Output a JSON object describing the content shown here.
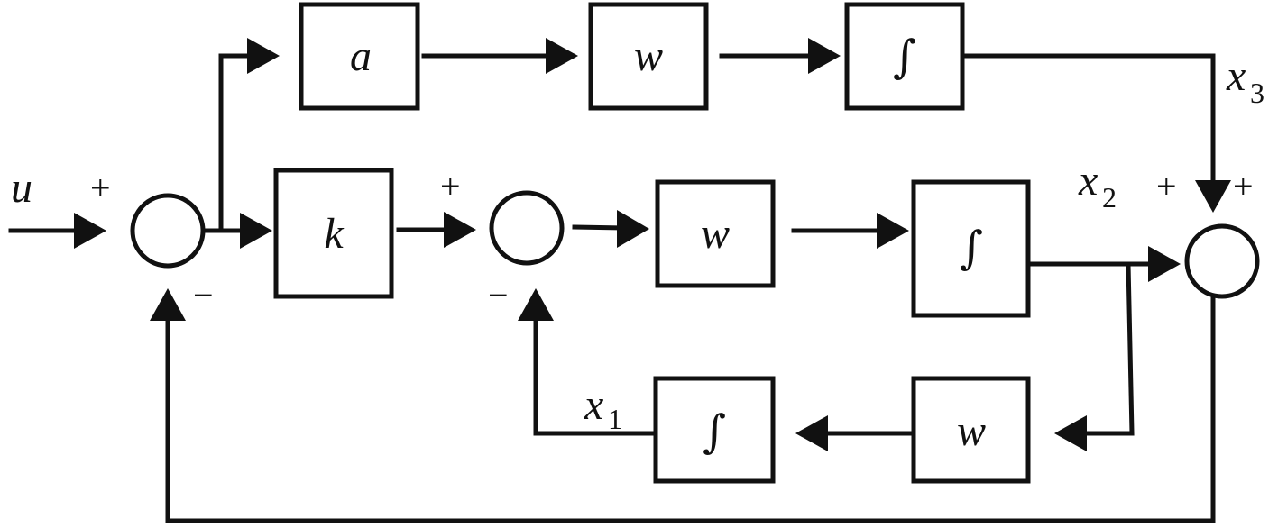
{
  "diagram": {
    "type": "control-system-block-diagram",
    "input": {
      "label": "u"
    },
    "blocks": {
      "k": {
        "label": "k"
      },
      "a": {
        "label": "a"
      },
      "w_top": {
        "label": "w"
      },
      "int_top": {
        "label": "∫"
      },
      "w_mid": {
        "label": "w"
      },
      "int_mid": {
        "label": "∫"
      },
      "w_bottom": {
        "label": "w"
      },
      "int_bottom": {
        "label": "∫"
      }
    },
    "summing_junctions": {
      "sum1": {
        "input_sign": "+",
        "feedback_sign": "−"
      },
      "sum2": {
        "input_sign": "+",
        "feedback_sign": "−"
      },
      "sum3": {
        "left_sign": "+",
        "right_sign": "+"
      }
    },
    "signals": {
      "x1": {
        "base": "x",
        "sub": "1"
      },
      "x2": {
        "base": "x",
        "sub": "2"
      },
      "x3": {
        "base": "x",
        "sub": "3"
      }
    },
    "connections": [
      {
        "from": "u",
        "to": "sum1",
        "sign": "+"
      },
      {
        "from": "sum1",
        "to": "k"
      },
      {
        "from": "sum1",
        "to": "a"
      },
      {
        "from": "a",
        "to": "w_top"
      },
      {
        "from": "w_top",
        "to": "int_top"
      },
      {
        "from": "int_top",
        "to": "sum3",
        "signal": "x3",
        "sign": "+"
      },
      {
        "from": "k",
        "to": "sum2",
        "sign": "+"
      },
      {
        "from": "sum2",
        "to": "w_mid"
      },
      {
        "from": "w_mid",
        "to": "int_mid"
      },
      {
        "from": "int_mid",
        "to": "sum3",
        "signal": "x2",
        "sign": "+"
      },
      {
        "from": "int_mid",
        "to": "w_bottom",
        "signal": "x2"
      },
      {
        "from": "w_bottom",
        "to": "int_bottom"
      },
      {
        "from": "int_bottom",
        "to": "sum2",
        "signal": "x1",
        "sign": "−"
      },
      {
        "from": "sum3",
        "to": "sum1",
        "sign": "−"
      }
    ]
  }
}
